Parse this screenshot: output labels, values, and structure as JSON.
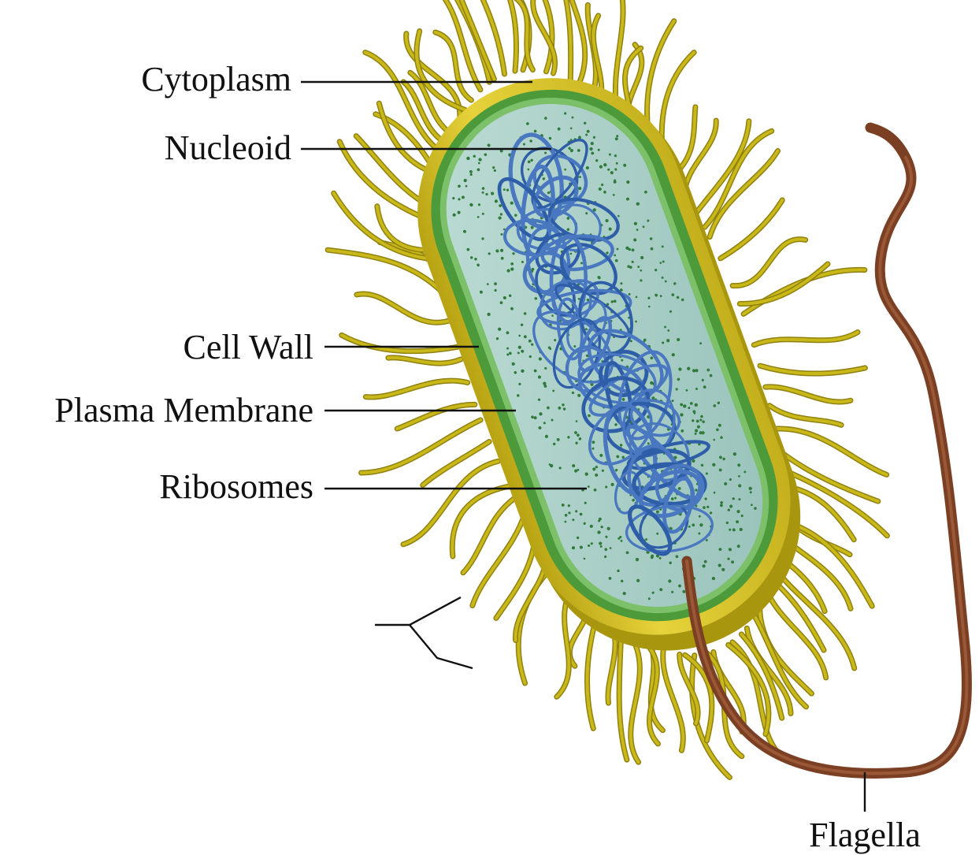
{
  "diagram": {
    "labels": {
      "cytoplasm": "Cytoplasm",
      "nucleoid": "Nucleoid",
      "cell_wall": "Cell Wall",
      "plasma_membrane": "Plasma Membrane",
      "ribosomes": "Ribosomes",
      "flagella": "Flagella"
    },
    "colors": {
      "pili": "#c9b81a",
      "pili_dark": "#8f8010",
      "capsule": "#d8c428",
      "capsule_dark": "#a8960f",
      "wall": "#4c9a3a",
      "cytoplasm": "#a9cdc6",
      "nucleoid": "#4a78c0",
      "ribosome": "#2f7a3a",
      "flagellum": "#7b3f24"
    }
  }
}
